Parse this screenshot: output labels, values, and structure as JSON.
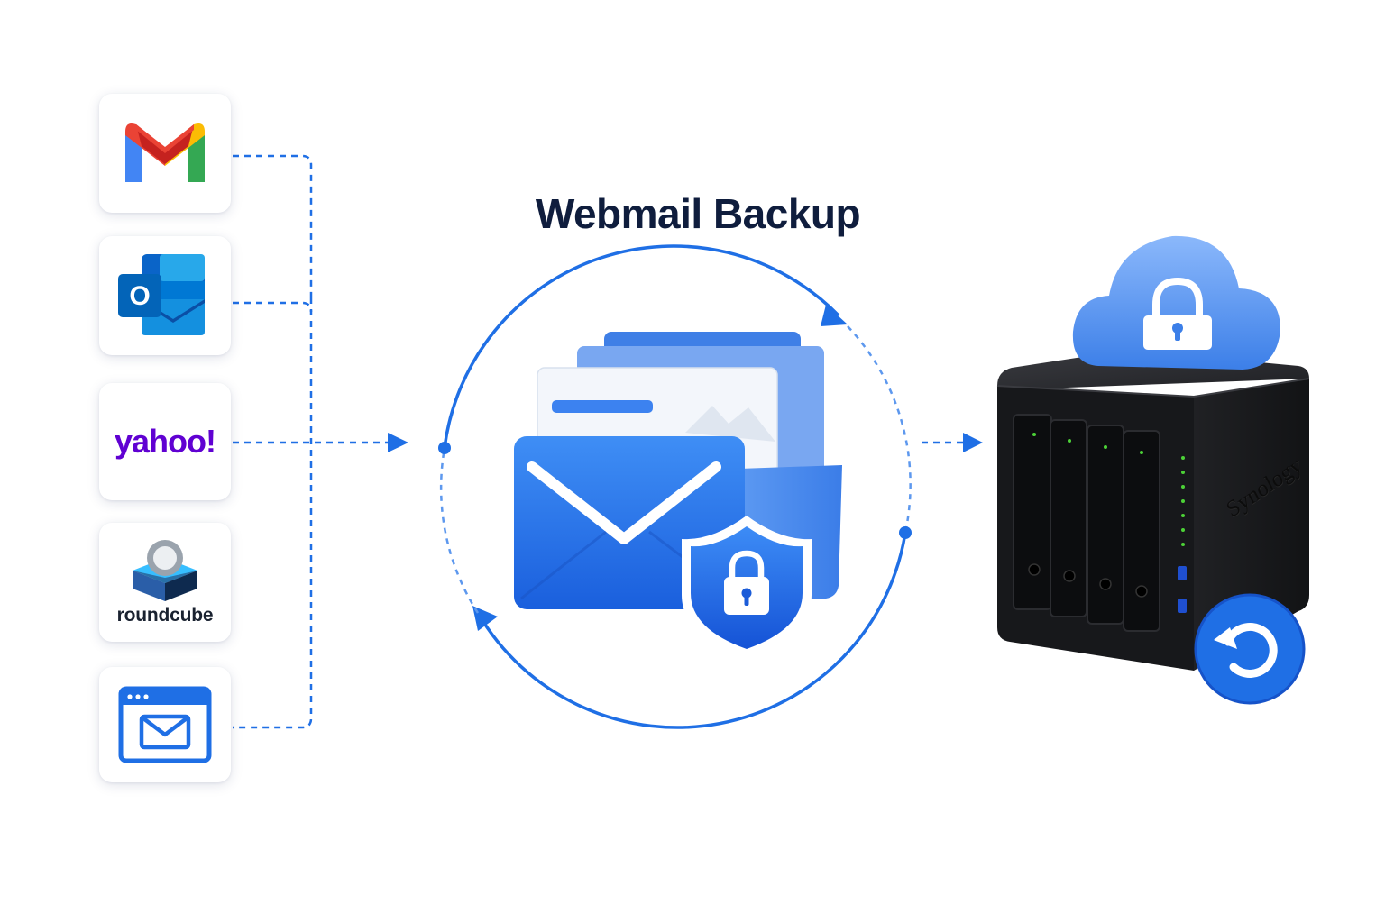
{
  "title": "Webmail Backup",
  "sources": [
    {
      "id": "gmail",
      "icon": "gmail-icon"
    },
    {
      "id": "outlook",
      "icon": "outlook-icon",
      "glyph": "O"
    },
    {
      "id": "yahoo",
      "icon": "yahoo-logo",
      "text": "yahoo!"
    },
    {
      "id": "roundcube",
      "icon": "roundcube-logo",
      "text": "roundcube"
    },
    {
      "id": "generic-webmail",
      "icon": "browser-mail-icon"
    }
  ],
  "nas": {
    "brand": "Synology",
    "bays": 4
  },
  "colors": {
    "accent": "#1f6fe5",
    "title": "#0f1d3d",
    "yahoo": "#6001d2",
    "nas_body": "#1b1c1f",
    "led": "#4cd137"
  }
}
